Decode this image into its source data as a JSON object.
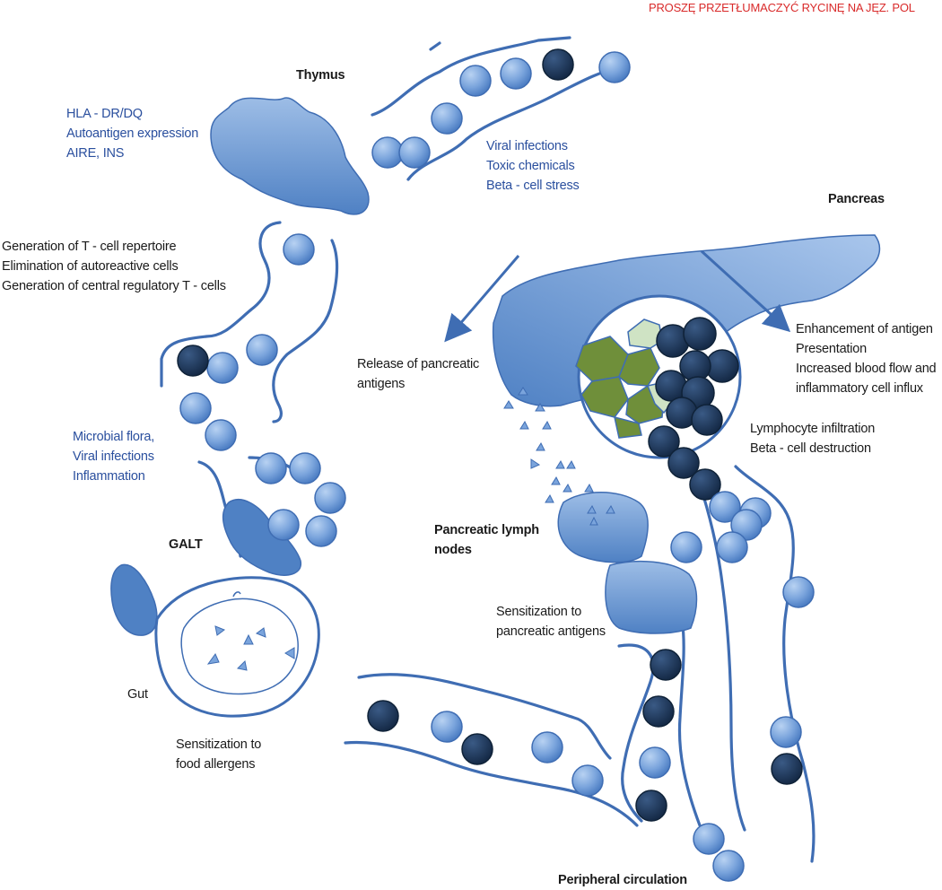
{
  "top_note": "PROSZĘ PRZETŁUMACZYĆ RYCINĘ NA JĘZ. POL",
  "labels": {
    "thymus": "Thymus",
    "pancreas": "Pancreas",
    "galt": "GALT",
    "gut": "Gut",
    "pancreatic_lymph_nodes": [
      "Pancreatic lymph",
      "nodes"
    ],
    "peripheral_circulation": "Peripheral circulation"
  },
  "notes": {
    "thymus_factors": [
      "HLA - DR/DQ",
      "Autoantigen expression",
      "AIRE, INS"
    ],
    "environmental_triggers": [
      "Viral infections",
      "Toxic chemicals",
      "Beta - cell stress"
    ],
    "thymus_function": [
      "Generation of T - cell repertoire",
      "Elimination of autoreactive cells",
      "Generation of central regulatory T - cells"
    ],
    "gut_triggers": [
      "Microbial flora,",
      "Viral infections",
      "Inflammation"
    ],
    "antigen_release": [
      "Release of pancreatic",
      "antigens"
    ],
    "pancreas_effects": [
      "Enhancement of antigen",
      "Presentation",
      "Increased blood flow and",
      "inflammatory cell influx"
    ],
    "islet_attack": [
      "Lymphocyte infiltration",
      "Beta - cell destruction"
    ],
    "lymph_node_effect": [
      "Sensitization to",
      "pancreatic antigens"
    ],
    "gut_effect": [
      "Sensitization to",
      "food allergens"
    ]
  },
  "colors": {
    "vessel": "#3f6db3",
    "organ": "#5b8bd0",
    "cell": "#6a98d8",
    "activated_cell": "#1f3a5f",
    "beta_cell": "#6f8f3a",
    "alpha_cell": "#cfe3c4",
    "blue_text": "#2a4f9e",
    "note_red": "#d92b2b"
  }
}
